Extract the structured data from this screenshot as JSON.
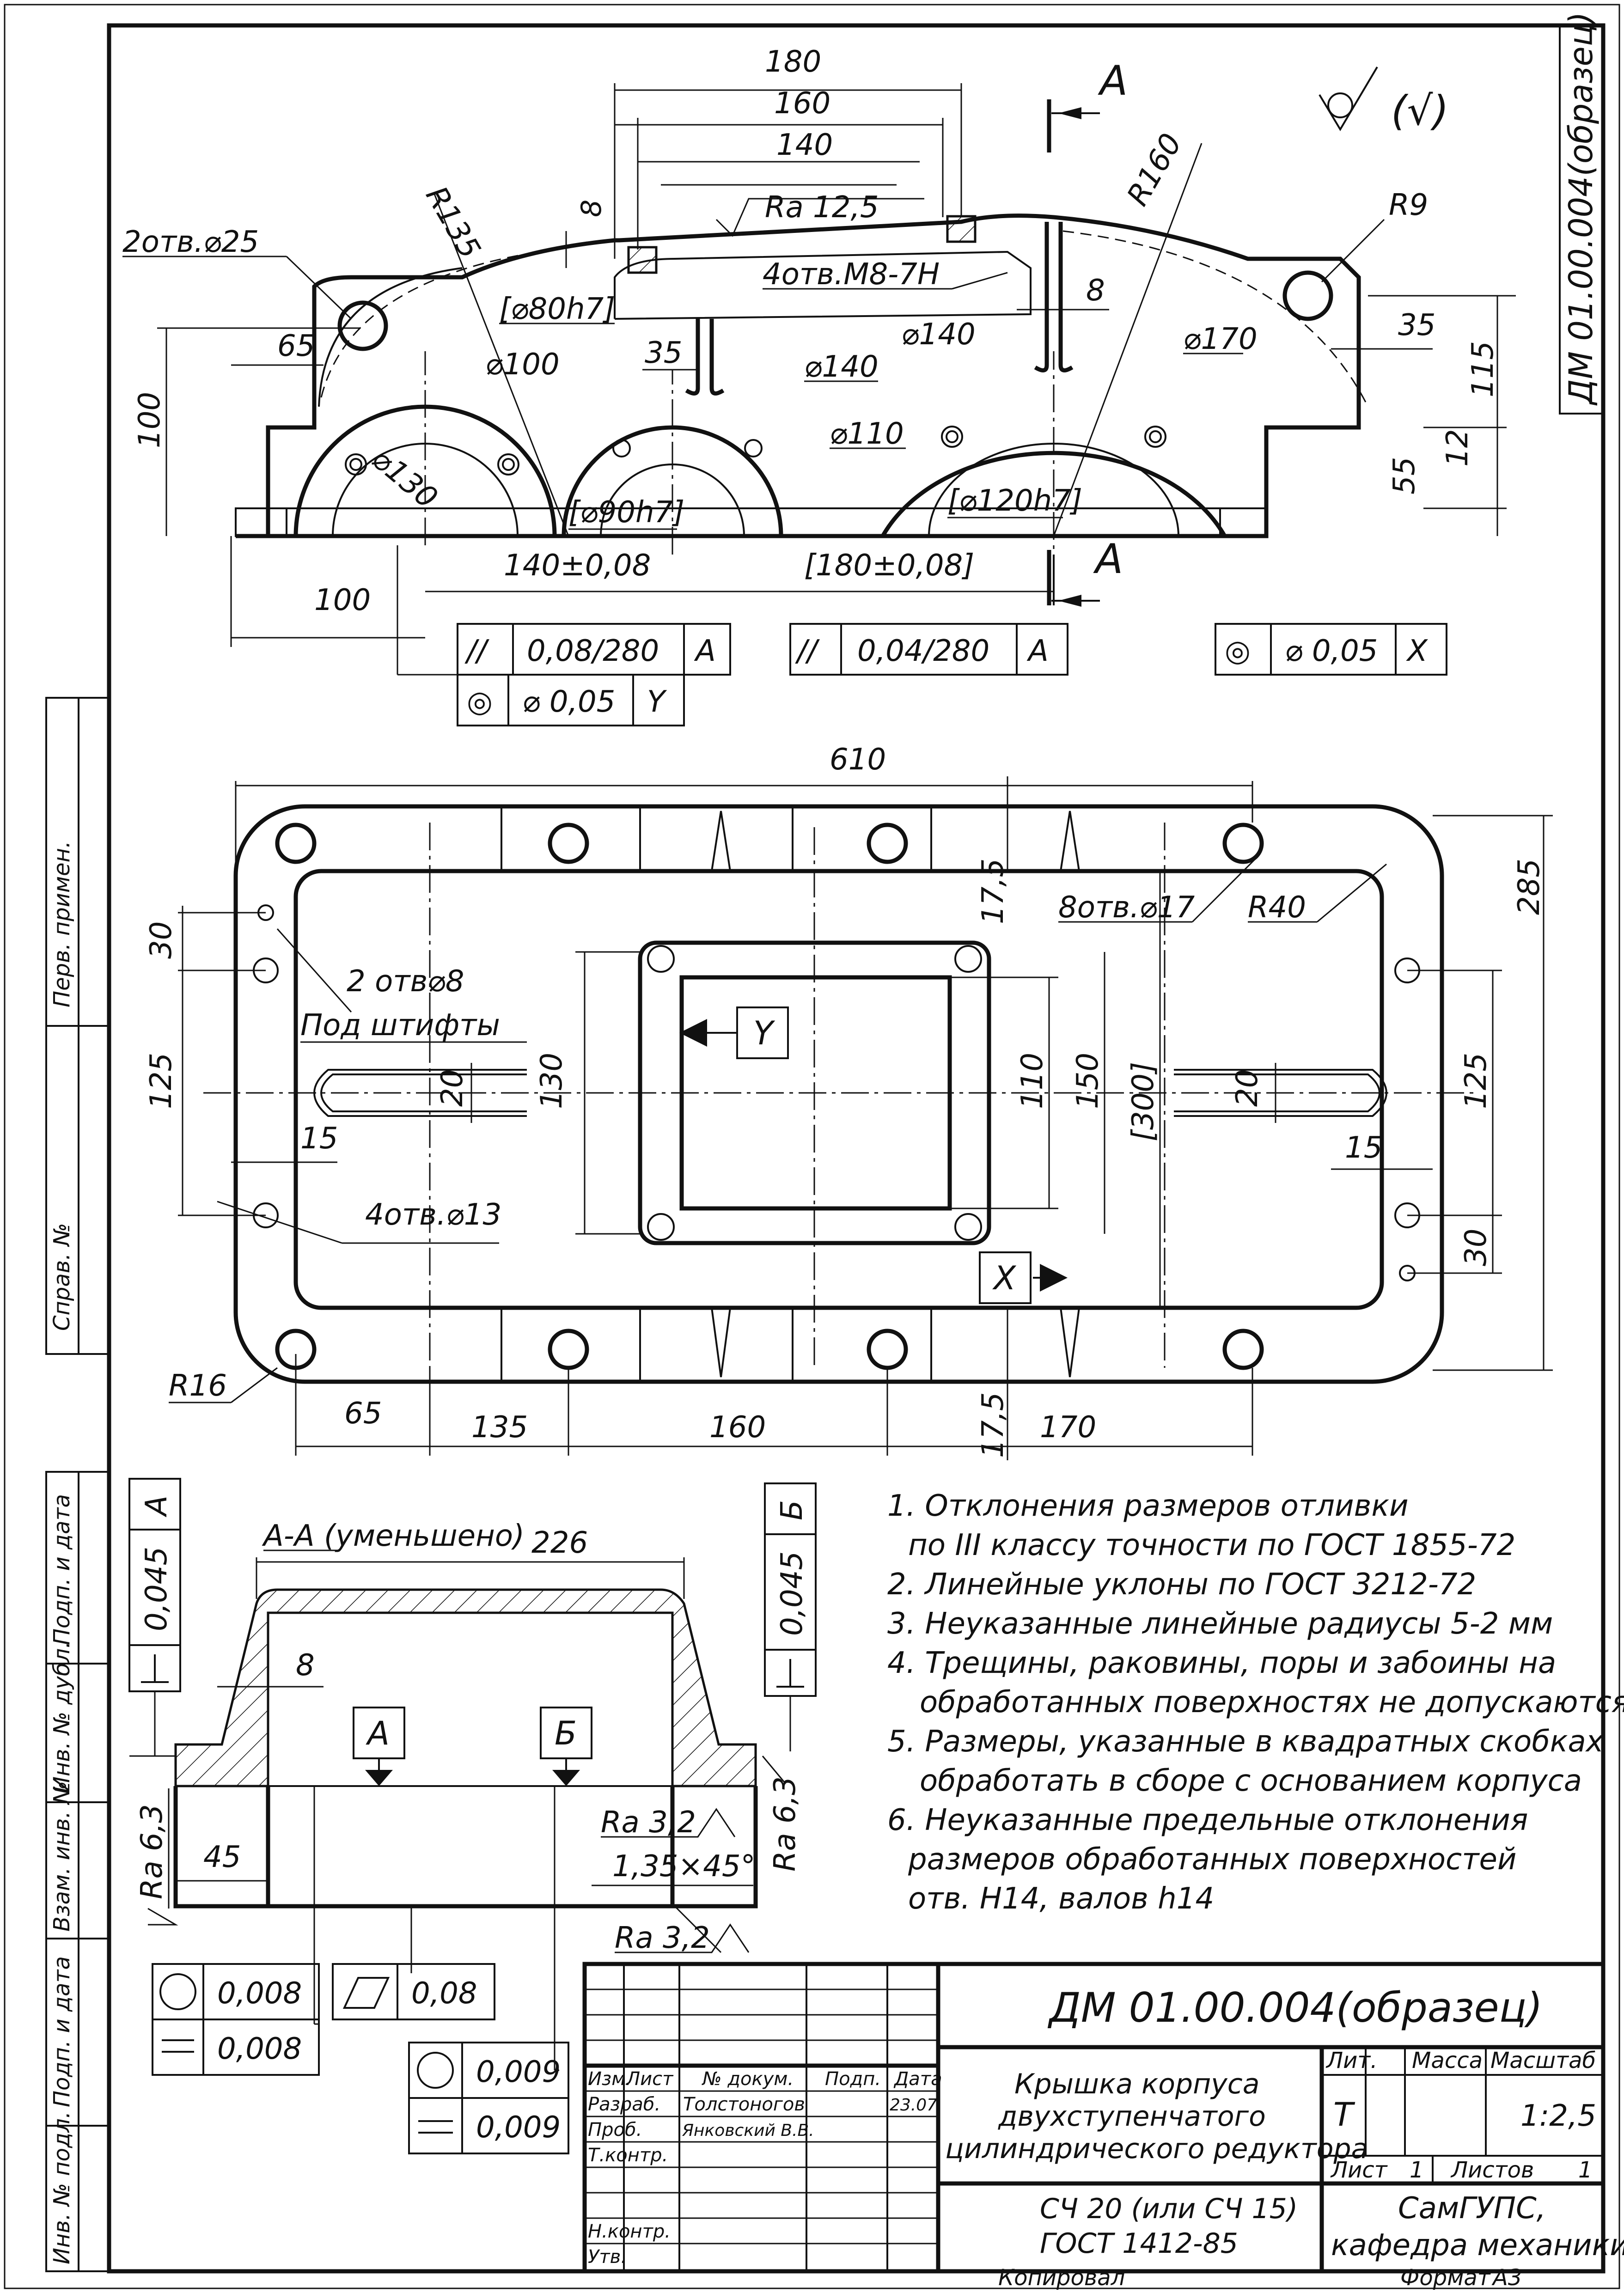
{
  "drawing": {
    "designation": "ДМ 01.00.004(образец)",
    "part_name": [
      "Крышка корпуса",
      "двухступенчатого",
      "цилиндрического редуктора"
    ],
    "material": [
      "СЧ 20 (или СЧ 15)",
      "ГОСТ 1412-85"
    ],
    "organization": [
      "СамГУПС,",
      "кафедра механики"
    ],
    "lit_label": "Лит.",
    "lit_value": "Т",
    "mass_label": "Масса",
    "scale_label": "Масштаб",
    "scale_value": "1:2,5",
    "sheet_label": "Лист",
    "sheet_value": "1",
    "sheets_label": "Листов",
    "sheets_value": "1",
    "copied_label": "Копировал",
    "format_label": "Формат",
    "format_value": "А3"
  },
  "title_block": {
    "headers": [
      "Изм.",
      "Лист",
      "№ докум.",
      "Подп.",
      "Дата"
    ],
    "rows": [
      {
        "role": "Разраб.",
        "name": "Толстоногов",
        "date": "23.07"
      },
      {
        "role": "Проб.",
        "name": "Янковский В.В.",
        "date": ""
      },
      {
        "role": "Т.контр.",
        "name": "",
        "date": ""
      },
      {
        "role": "Н.контр.",
        "name": "",
        "date": ""
      },
      {
        "role": "Утв.",
        "name": "",
        "date": ""
      }
    ]
  },
  "side_stamp": [
    "Перв. примен.",
    "Справ. №",
    "Подп. и дата",
    "Инв. № дубл.",
    "Взам. инв. №",
    "Подп. и дата",
    "Инв. № подл."
  ],
  "roughness_corner": "(√)",
  "front_view": {
    "section_mark": "А",
    "dims": {
      "d180": "180",
      "d160": "160",
      "d140": "140",
      "ra125": "Ra 12,5",
      "d8a": "8",
      "r135": "R135",
      "r160": "R160",
      "r9": "R9",
      "holes25": "2отв.⌀25",
      "holesM8": "4отв.М8-7Н",
      "d65": "65",
      "d80h7": "[⌀80h7]",
      "d35a": "35",
      "d8b": "8",
      "d100d": "⌀100",
      "d140d": "⌀140",
      "d140e": "⌀140",
      "d170": "⌀170",
      "d35b": "35",
      "d115": "115",
      "d100v": "100",
      "d130": "⌀130",
      "d110": "⌀110",
      "d12": "12",
      "d55": "55",
      "d90h7": "[⌀90h7]",
      "d120h7": "[⌀120h7]",
      "d140pm": "140±0,08",
      "d180pm": "[180±0,08]",
      "d100h": "100"
    },
    "tolerances": [
      {
        "sym": "//",
        "val": "0,08/280",
        "base": "А"
      },
      {
        "sym": "//",
        "val": "0,04/280",
        "base": "А"
      },
      {
        "sym": "◎",
        "val": "⌀ 0,05",
        "base": "Х"
      },
      {
        "sym": "◎",
        "val": "⌀ 0,05",
        "base": "Y"
      }
    ]
  },
  "top_view": {
    "dims": {
      "d610": "610",
      "d285": "285",
      "d175a": "17,5",
      "holes17": "8отв.⌀17",
      "r40": "R40",
      "d30a": "30",
      "pins": "2 отв⌀8",
      "pins_note": "Под штифты",
      "d125a": "125",
      "d20a": "20",
      "d130": "130",
      "d110": "110",
      "d150": "150",
      "d300": "[300]",
      "d20b": "20",
      "d125b": "125",
      "d15a": "15",
      "d15b": "15",
      "holes13": "4отв.⌀13",
      "d30b": "30",
      "r16": "R16",
      "d65": "65",
      "d135": "135",
      "d160": "160",
      "d175b": "17,5",
      "d170": "170"
    },
    "datum_y": "Y",
    "datum_x": "X"
  },
  "section_view": {
    "title": "А-А (уменьшено)",
    "dims": {
      "d226": "226",
      "d8": "8",
      "d45": "45",
      "ra63a": "Ra 6,3",
      "ra63b": "Ra 6,3",
      "ra32a": "Ra 3,2",
      "ra32b": "Ra 3,2",
      "chamfer": "1,35×45°",
      "datum_a": "А",
      "datum_b": "Б"
    },
    "side_tol_a": {
      "val": "0,045",
      "base": "А"
    },
    "side_tol_b": {
      "val": "0,045",
      "base": "Б"
    },
    "tol_left": [
      {
        "sym": "○",
        "val": "0,008"
      },
      {
        "sym": "=",
        "val": "0,008"
      }
    ],
    "tol_mid": {
      "sym": "▱",
      "val": "0,08"
    },
    "tol_right": [
      {
        "sym": "○",
        "val": "0,009"
      },
      {
        "sym": "=",
        "val": "0,009"
      }
    ]
  },
  "notes": [
    "1. Отклонения размеров отливки",
    "по III классу точности по ГОСТ 1855-72",
    "2. Линейные уклоны по ГОСТ 3212-72",
    "3. Неуказанные линейные радиусы 5-2 мм",
    "4. Трещины, раковины, поры и забоины на",
    "обработанных поверхностях не допускаются",
    "5. Размеры, указанные в квадратных скобках",
    "обработать в сборе с основанием корпуса",
    "6. Неуказанные предельные отклонения",
    "размеров обработанных поверхностей",
    "отв. Н14, валов h14"
  ]
}
